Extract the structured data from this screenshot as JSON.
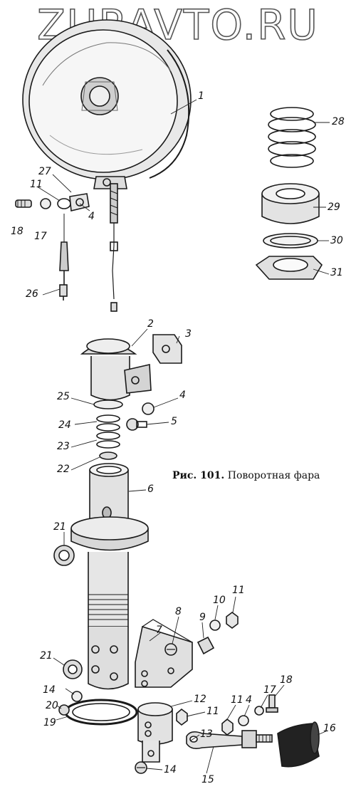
{
  "watermark": "ZURAVTO.RU",
  "caption": {
    "figure": "Рис. 101.",
    "title": "Поворотная фара"
  },
  "callouts": [
    "1",
    "2",
    "3",
    "4",
    "4",
    "4",
    "5",
    "6",
    "7",
    "8",
    "9",
    "10",
    "11",
    "11",
    "11",
    "11",
    "12",
    "13",
    "14",
    "14",
    "15",
    "16",
    "17",
    "17",
    "18",
    "18",
    "19",
    "20",
    "21",
    "21",
    "22",
    "23",
    "24",
    "25",
    "26",
    "27",
    "28",
    "29",
    "30",
    "31"
  ]
}
